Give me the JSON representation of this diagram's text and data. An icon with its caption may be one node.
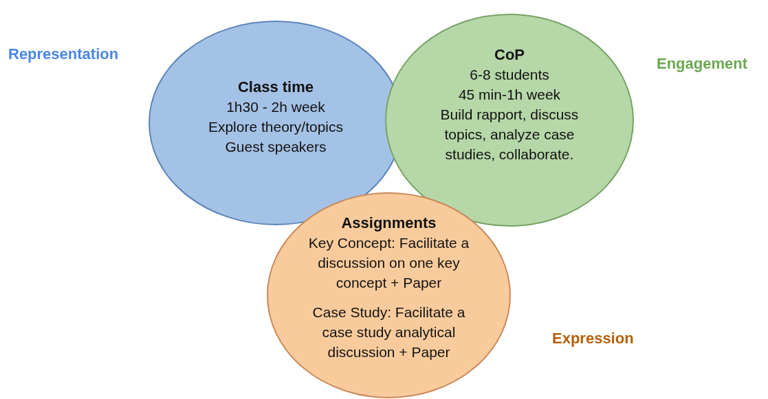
{
  "diagram": {
    "nodes": [
      {
        "text": [
          "Class time",
          "1h30 - 2h week",
          "Explore theory/topics",
          "Guest speakers"
        ],
        "beside": [
          "Representation"
        ]
      },
      {
        "text": [
          "CoP",
          "6-8 students",
          "45 min-1h week",
          "Build rapport, discuss topics, analyze case studies, collaborate."
        ],
        "beside": [
          "Engagement"
        ]
      },
      {
        "text": [
          "Assignments",
          "Key Concept: Facilitate a discussion on one key concept + Paper",
          "Case Study: Facilitate a case study analytical discussion + Paper"
        ],
        "beside": [
          "Expression"
        ]
      }
    ]
  }
}
